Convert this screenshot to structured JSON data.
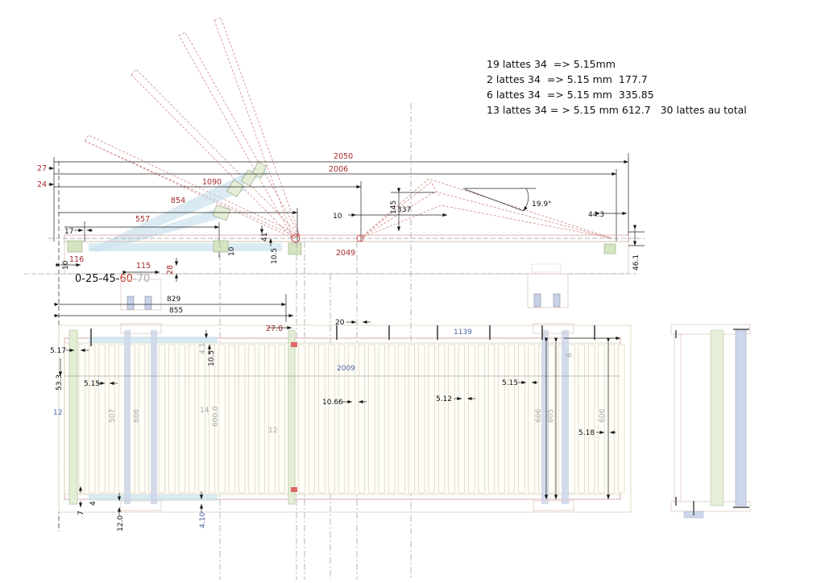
{
  "notes": [
    "19 lattes 34  => 5.15mm",
    "2 lattes 34  => 5.15 mm  177.7",
    "6 lattes 34  => 5.15 mm  335.85",
    "13 lattes 34 = > 5.15 mm 612.7   30 lattes au total"
  ],
  "side_view": {
    "dims_red": {
      "d2050": "2050",
      "d2006": "2006",
      "d1090": "1090",
      "d854": "854",
      "d557": "557",
      "d27": "27",
      "d24": "24",
      "d116": "116",
      "d115": "115",
      "d28": "28",
      "d2049": "2049"
    },
    "dims_black": {
      "d17": "17",
      "d10a": "10",
      "d10b": "10",
      "d10c": "10",
      "d41": "41",
      "d10_5": "10.5",
      "d145": "145",
      "d337": "337",
      "angle": "19.9°",
      "d44_3": "44.3",
      "d46_1": "46.1",
      "d829": "829",
      "d855": "855"
    },
    "angle_code": {
      "prefix": "0-25-45-",
      "red": "60",
      "gray": "-70"
    }
  },
  "top_view": {
    "dims_black": {
      "d5_17": "5.17",
      "d53_3": "53.3",
      "d5_15a": "5.15",
      "d10_5": "10.5",
      "d20": "20",
      "d10_66": "10.66",
      "d5_12": "5.12",
      "d5_15b": "5.15",
      "d5_18": "5.18",
      "d7": "7",
      "d4": "4",
      "d12_0": "12.0"
    },
    "dims_red": {
      "d27_0": "27.0"
    },
    "dims_blue": {
      "d12": "12",
      "d1139": "1139",
      "d2009": "2009",
      "d4_10": "4.10"
    },
    "dims_gray": {
      "d507": "507",
      "d606a": "606",
      "d14": "14",
      "d600": "600.0",
      "d12g": "12",
      "d4_1": "4.1",
      "d9": "9",
      "d606b": "606",
      "d605": "605",
      "d606c": "606"
    }
  }
}
